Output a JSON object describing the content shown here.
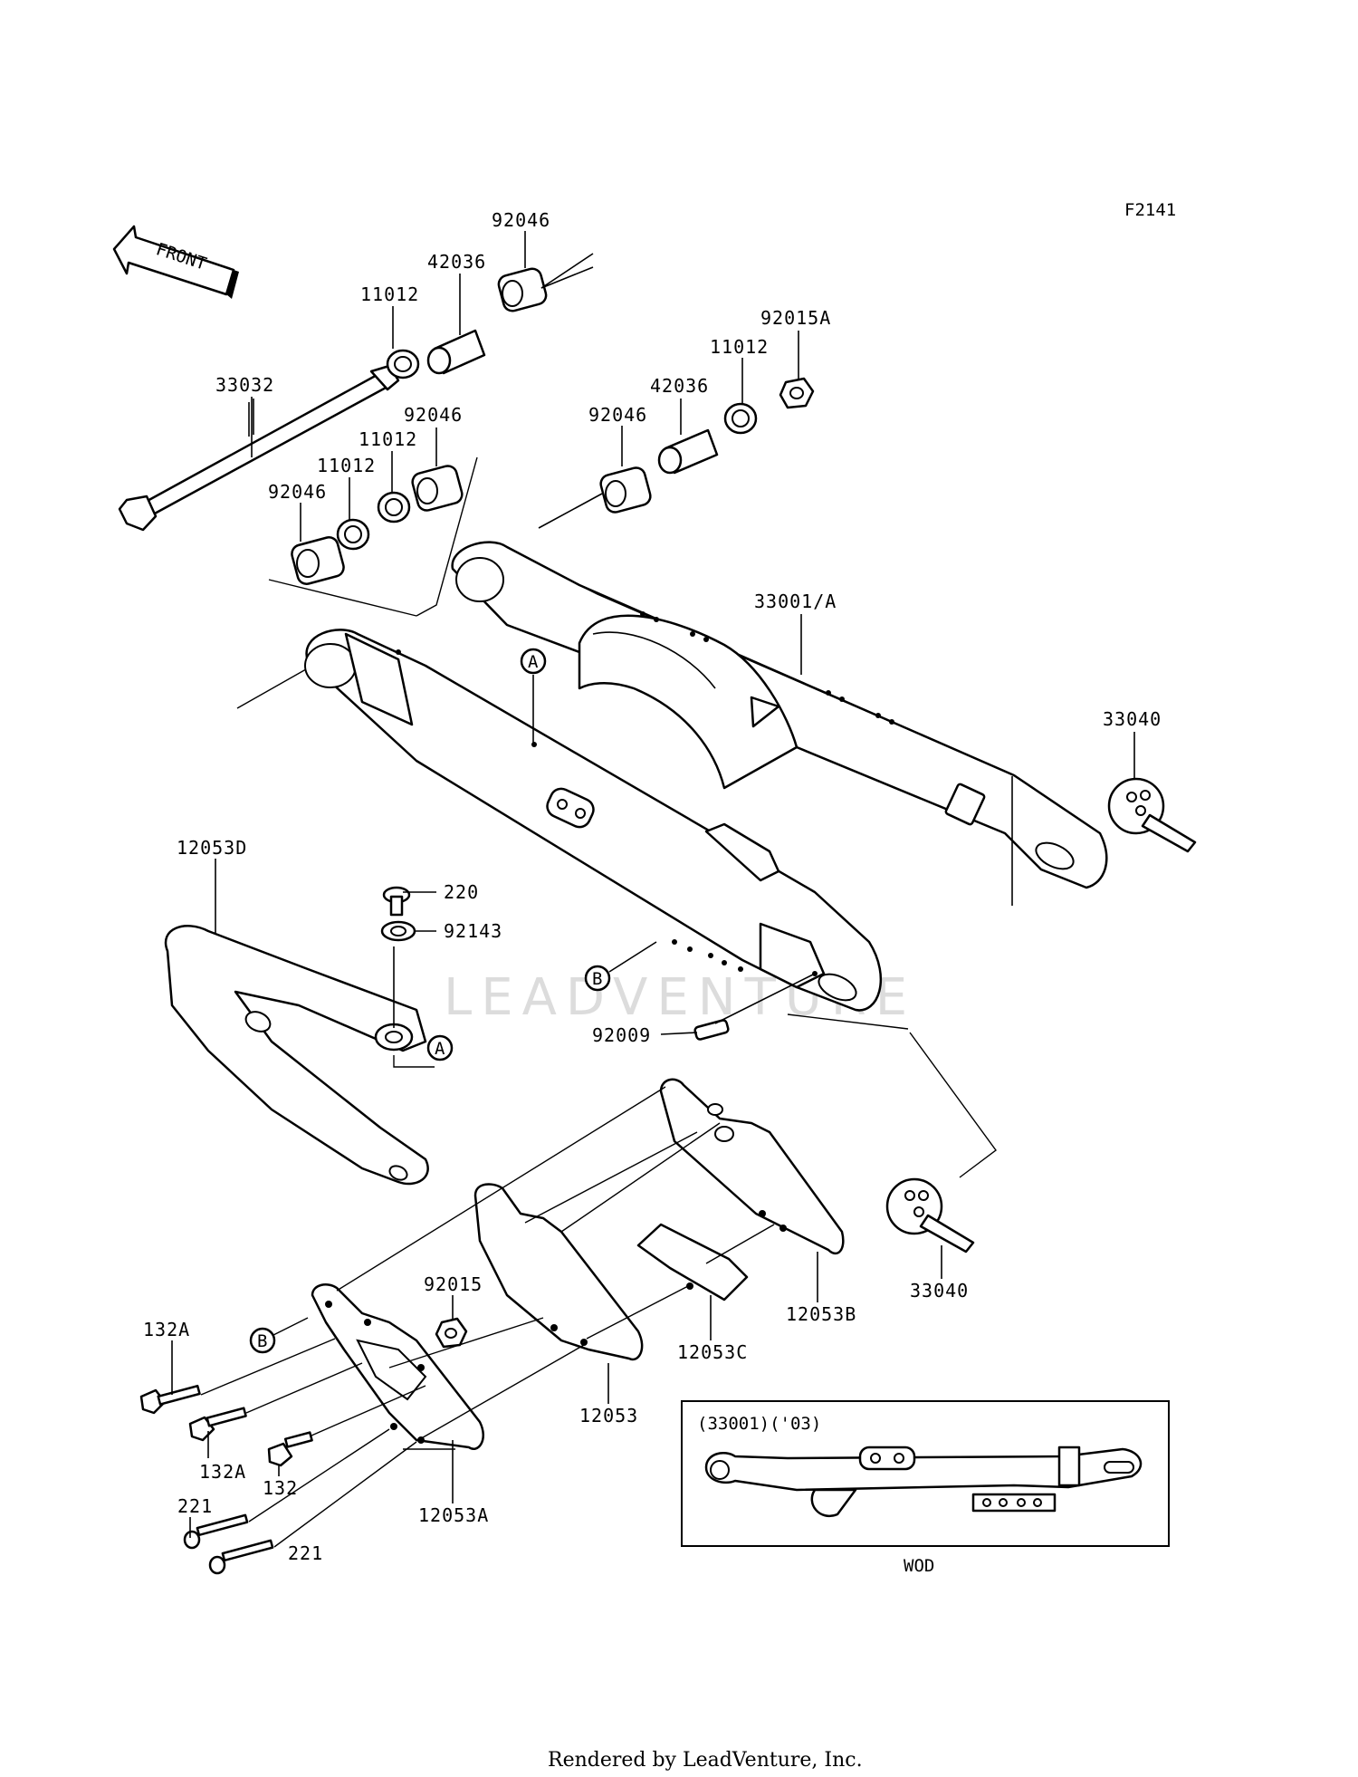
{
  "figure_code": "F2141",
  "front_label": "FRONT",
  "watermark": "LEADVENTURE",
  "parts": {
    "p92046_top": "92046",
    "p42036_top": "42036",
    "p11012_top": "11012",
    "p33032": "33032",
    "p92046_mid": "92046",
    "p11012_mid1": "11012",
    "p11012_mid2": "11012",
    "p92046_left": "92046",
    "p92015A": "92015A",
    "p11012_right": "11012",
    "p42036_right": "42036",
    "p92046_right": "92046",
    "p33001A": "33001/A",
    "p33040_top": "33040",
    "p12053D": "12053D",
    "p220": "220",
    "p92143": "92143",
    "p92009": "92009",
    "p33040_bottom": "33040",
    "p12053B": "12053B",
    "p12053C": "12053C",
    "p12053": "12053",
    "p92015": "92015",
    "p132A_1": "132A",
    "p132A_2": "132A",
    "p132": "132",
    "p221_1": "221",
    "p221_2": "221",
    "p12053A": "12053A"
  },
  "callouts": {
    "A_top": "A",
    "A_bottom": "A",
    "B_mid": "B",
    "B_bottom": "B"
  },
  "inset": {
    "title": "(33001)('03)",
    "caption": "WOD"
  },
  "footer": "Rendered by LeadVenture, Inc."
}
